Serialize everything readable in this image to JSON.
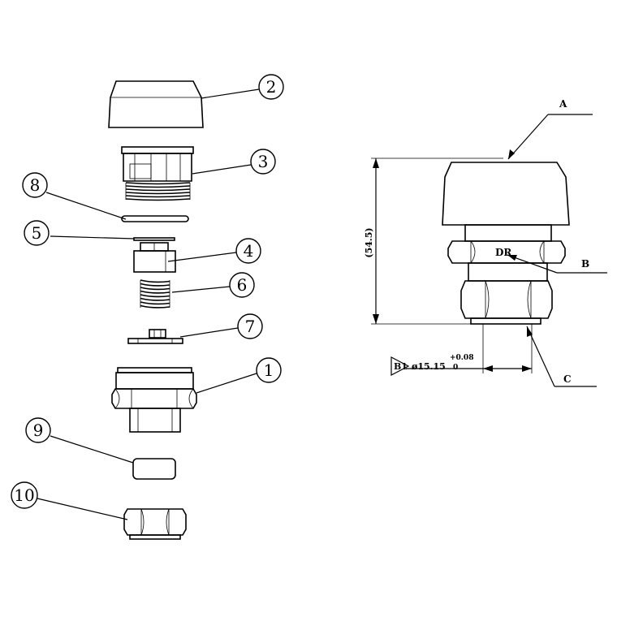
{
  "balloons": [
    {
      "id": "1",
      "label": "1"
    },
    {
      "id": "2",
      "label": "2"
    },
    {
      "id": "3",
      "label": "3"
    },
    {
      "id": "4",
      "label": "4"
    },
    {
      "id": "5",
      "label": "5"
    },
    {
      "id": "6",
      "label": "6"
    },
    {
      "id": "7",
      "label": "7"
    },
    {
      "id": "8",
      "label": "8"
    },
    {
      "id": "9",
      "label": "9"
    },
    {
      "id": "10",
      "label": "10"
    }
  ],
  "assembly": {
    "leader_a": "A",
    "leader_b": "B",
    "leader_c": "C",
    "marking": "DR",
    "overall_height": "(54.5)",
    "thread_ref": "B1",
    "diameter": "ø15.15",
    "tol_upper": "+0.08",
    "tol_lower": "0"
  }
}
